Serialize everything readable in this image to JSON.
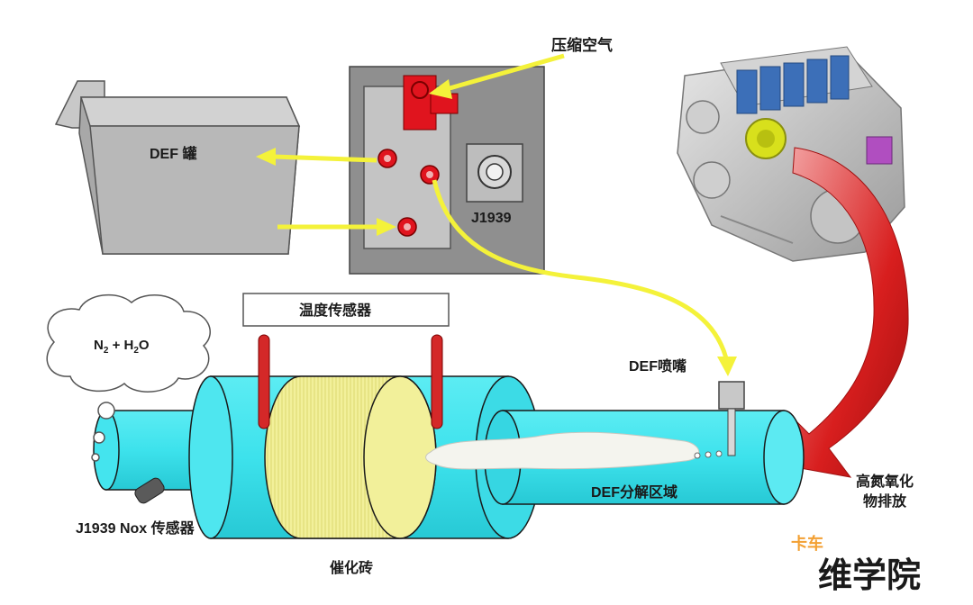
{
  "labels": {
    "compressed_air": "压缩空气",
    "def_tank": "DEF 罐",
    "j1939": "J1939",
    "temp_sensor": "温度传感器",
    "n2_h2o_prefix": "N",
    "n2_sub": "2",
    "n2_h2o_mid": " + H",
    "h2o_sub": "2",
    "n2_h2o_suffix": "O",
    "def_nozzle": "DEF喷嘴",
    "high_nox_line1": "高氮氧化",
    "high_nox_line2": "物排放",
    "def_decomp": "DEF分解区域",
    "nox_sensor": "J1939 Nox 传感器",
    "catalyst": "催化砖"
  },
  "watermark": {
    "small": "卡车",
    "large": "维学院"
  },
  "colors": {
    "pipe_cyan": "#38e0ea",
    "catalyst_yellow": "#f2f09a",
    "arrow_yellow": "#f4f23a",
    "pump_red": "#e0141e",
    "exhaust_red": "#d82828",
    "tank_gray": "#b2b2b2",
    "module_gray": "#8f8f8f"
  }
}
